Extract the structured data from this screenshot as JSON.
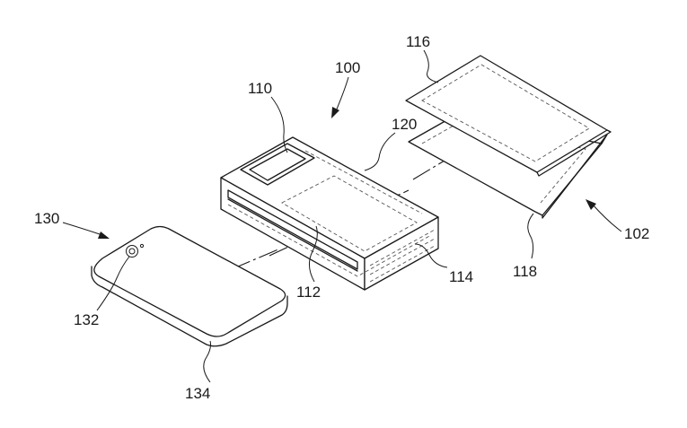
{
  "labels": {
    "assembly": "100",
    "window": "110",
    "slot": "112",
    "side_wall": "114",
    "upper_sheet": "116",
    "lower_sheet": "118",
    "case_top": "120",
    "sheet_assembly": "102",
    "device": "130",
    "camera": "132",
    "device_body": "134"
  },
  "colors": {
    "line": "#1a1a1a",
    "hidden_line": "#555555",
    "background": "#ffffff"
  }
}
